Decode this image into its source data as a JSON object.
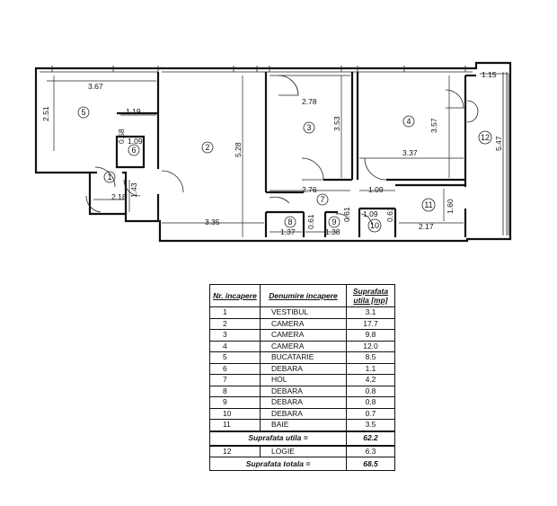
{
  "plan": {
    "rooms": [
      {
        "num": "1"
      },
      {
        "num": "2"
      },
      {
        "num": "3"
      },
      {
        "num": "4"
      },
      {
        "num": "5"
      },
      {
        "num": "6"
      },
      {
        "num": "7"
      },
      {
        "num": "8"
      },
      {
        "num": "9"
      },
      {
        "num": "10"
      },
      {
        "num": "11"
      },
      {
        "num": "12"
      }
    ],
    "dimensions": {
      "d_367": "3.67",
      "d_251": "2.51",
      "d_119": "1.19",
      "d_109a": "1.09",
      "d_058": "0.58",
      "d_528": "5.28",
      "d_278": "2.78",
      "d_353": "3.53",
      "d_357": "3.57",
      "d_337": "3.37",
      "d_115": "1.15",
      "d_547": "5.47",
      "d_143": "1.43",
      "d_218": "2.18",
      "d_276": "2.76",
      "d_109b": "1.09",
      "d_335": "3.35",
      "d_137": "1.37",
      "d_138": "1.38",
      "d_061a": "0.61",
      "d_061b": "0.61",
      "d_061c": "0.61",
      "d_109c": "1.09",
      "d_217": "2.17",
      "d_160": "1.60"
    }
  },
  "table": {
    "header": {
      "nr": "Nr. incapere",
      "name": "Denumire incapere",
      "area": "Suprafata utila [mp]"
    },
    "rows": [
      {
        "nr": "1",
        "name": "VESTIBUL",
        "area": "3.1"
      },
      {
        "nr": "2",
        "name": "CAMERA",
        "area": "17.7"
      },
      {
        "nr": "3",
        "name": "CAMERA",
        "area": "9.8"
      },
      {
        "nr": "4",
        "name": "CAMERA",
        "area": "12.0"
      },
      {
        "nr": "5",
        "name": "BUCATARIE",
        "area": "8.5"
      },
      {
        "nr": "6",
        "name": "DEBARA",
        "area": "1.1"
      },
      {
        "nr": "7",
        "name": "HOL",
        "area": "4.2"
      },
      {
        "nr": "8",
        "name": "DEBARA",
        "area": "0.8"
      },
      {
        "nr": "9",
        "name": "DEBARA",
        "area": "0.8"
      },
      {
        "nr": "10",
        "name": "DEBARA",
        "area": "0.7"
      },
      {
        "nr": "11",
        "name": "BAIE",
        "area": "3.5"
      }
    ],
    "useful_total": {
      "label": "Suprafata utila =",
      "value": "62.2"
    },
    "loggia": {
      "nr": "12",
      "name": "LOGIE",
      "area": "6.3"
    },
    "grand_total": {
      "label": "Suprafata totala =",
      "value": "68.5"
    }
  }
}
